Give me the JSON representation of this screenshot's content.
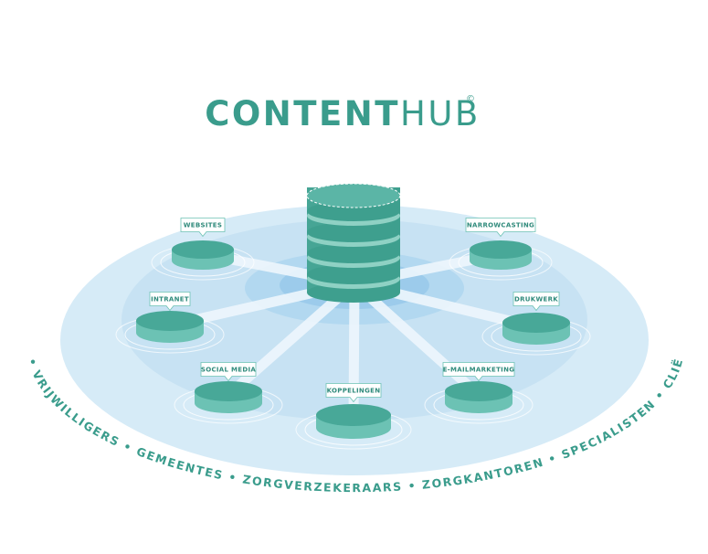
{
  "title": {
    "bold": "CONTENT",
    "light": "HUB",
    "mark": "©"
  },
  "nodes": [
    {
      "label": "WEBSITES"
    },
    {
      "label": "NARROWCASTING"
    },
    {
      "label": "INTRANET"
    },
    {
      "label": "DRUKWERK"
    },
    {
      "label": "SOCIAL MEDIA"
    },
    {
      "label": "E-MAILMARKETING"
    },
    {
      "label": "KOPPELINGEN"
    }
  ],
  "audience_arc": "MEDEWERKERS • VRIJWILLIGERS • GEMEENTES • ZORGVERZEKERAARS • ZORGKANTOREN • SPECIALISTEN • CLIËNTEN • FAMILIE",
  "colors": {
    "accent": "#3a9c8c",
    "disc_top": "#48a898",
    "disc_side": "#6cc2b4",
    "platform_outer": "#d6ebf7",
    "platform_inner": "#bcdcf0",
    "platform_core": "#9cccec"
  }
}
